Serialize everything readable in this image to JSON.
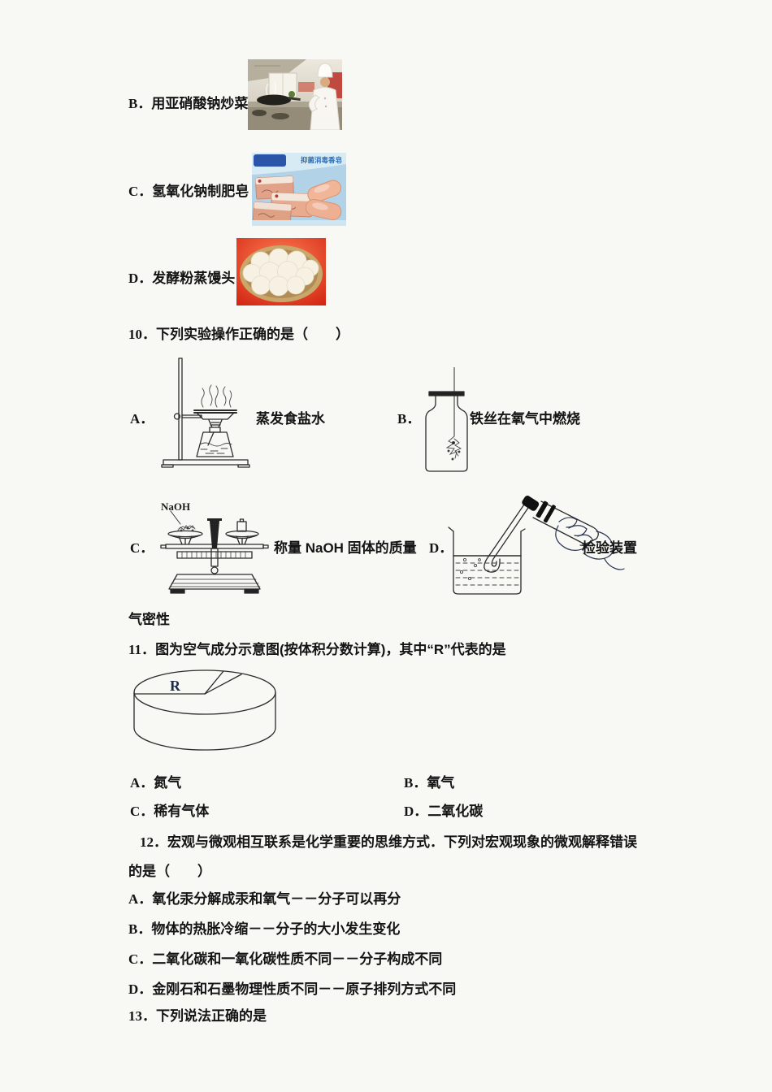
{
  "page": {
    "background": "#f8f8f5",
    "text_color": "#141414"
  },
  "q09": {
    "options": [
      {
        "label": "B．",
        "text": "用亚硝酸钠炒菜",
        "image": "chef-cooking-photo"
      },
      {
        "label": "C．",
        "text": "氢氧化钠制肥皂",
        "image": "soap-bars-photo",
        "image_text": "抑菌消毒香皂"
      },
      {
        "label": "D．",
        "text": "发酵粉蒸馒头",
        "image": "steamed-buns-photo"
      }
    ]
  },
  "q10": {
    "number": "10．",
    "stem": "下列实验操作正确的是（　　）",
    "options": [
      {
        "label": "A．",
        "caption": "蒸发食盐水",
        "figure": "evaporation-apparatus"
      },
      {
        "label": "B．",
        "caption": "铁丝在氧气中燃烧",
        "figure": "iron-wire-in-oxygen-bottle"
      },
      {
        "label": "C．",
        "caption": "称量 NaOH 固体的质量",
        "figure": "balance-scale",
        "reagent": "NaOH"
      },
      {
        "label": "D．",
        "caption": "检验装置",
        "figure": "airtightness-check"
      }
    ],
    "caption_overflow": "气密性"
  },
  "q11": {
    "number": "11．",
    "stem": "图为空气成分示意图(按体积分数计算)，其中“R”代表的是",
    "pie": {
      "label": "R"
    },
    "options": [
      {
        "label": "A．",
        "text": "氮气"
      },
      {
        "label": "B．",
        "text": "氧气"
      },
      {
        "label": "C．",
        "text": "稀有气体"
      },
      {
        "label": "D．",
        "text": "二氧化碳"
      }
    ]
  },
  "q12": {
    "number": "12．",
    "stem_line1": "宏观与微观相互联系是化学重要的思维方式．下列对宏观现象的微观解释错误",
    "stem_line2": "的是（　　）",
    "options": [
      {
        "label": "A．",
        "text": "氧化汞分解成汞和氧气－－分子可以再分"
      },
      {
        "label": "B．",
        "text": "物体的热胀冷缩－－分子的大小发生变化"
      },
      {
        "label": "C．",
        "text": "二氧化碳和一氧化碳性质不同－－分子构成不同"
      },
      {
        "label": "D．",
        "text": "金刚石和石墨物理性质不同－－原子排列方式不同"
      }
    ]
  },
  "q13": {
    "number": "13．",
    "stem": "下列说法正确的是"
  }
}
